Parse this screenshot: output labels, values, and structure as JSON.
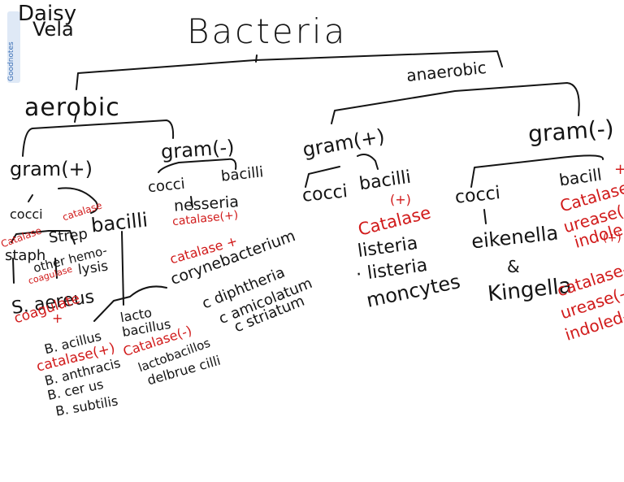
{
  "watermark": "Goodnotes",
  "author": {
    "first": "Daisy",
    "last": "Vela"
  },
  "title": "Bacteria",
  "branches": {
    "aerobic": "aerobic",
    "anaerobic": "anaerobic",
    "gram_pos": "gram(+)",
    "gram_neg": "gram(-)",
    "cocci": "cocci",
    "bacilli": "bacilli"
  },
  "aerobic_pos_cocci": {
    "catalase_left": "Catalase",
    "catalase_right": "catalase",
    "staph": "staph",
    "strep": "Strep",
    "other_hemo": "other hemo-",
    "lysis": "lysis",
    "coagulase_small": "coagulase",
    "s_aureus": "S. aereus",
    "coagulate": "coagulate",
    "plus": "+"
  },
  "aerobic_pos_bacilli": {
    "catalase_pos": "catalase +",
    "corynebacterium": "corynebacterium",
    "c_diphtheria": "c diphtheria",
    "c_amicolatum": "c amicolatum",
    "c_striatum": "c striatum",
    "lacto": "lacto",
    "bacillus": "bacillus",
    "catalase_neg": "Catalase(-)",
    "lactobacillos": "lactobacillos",
    "delbrue": "delbrue cilli",
    "b_bacillus": "B. acillus",
    "catalase_plus": "catalase(+)",
    "b_anthracis": "B. anthracis",
    "b_cereus": "B. cer us",
    "b_subtilis": "B. subtilis"
  },
  "aerobic_neg": {
    "cocci": "cocci",
    "bacilli": "bacilli",
    "nesseria": "nesseria",
    "catalase": "catalase(+)"
  },
  "anaerobic_pos": {
    "cocci": "cocci",
    "bacilli": "bacilli",
    "plus": "(+)",
    "catalase": "Catalase",
    "listeria": "listeria",
    "listeria2": "· listeria",
    "moncytes": "moncytes"
  },
  "anaerobic_neg": {
    "cocci": "cocci",
    "eikenella": "eikenella",
    "amp": "&",
    "kingella": "Kingella",
    "bacilli": "bacill",
    "plus_top": "+",
    "catalase_pos": "Catalase",
    "urease_pos": "urease(+)",
    "indole_pos": "indole",
    "plus_mid": "(+)",
    "catalase_neg": "catalase-",
    "urease_neg": "urease(-)",
    "indole_neg": "indoled-"
  },
  "colors": {
    "ink": "#141414",
    "red": "#d11a1a",
    "badge": "#3b6fb5"
  }
}
